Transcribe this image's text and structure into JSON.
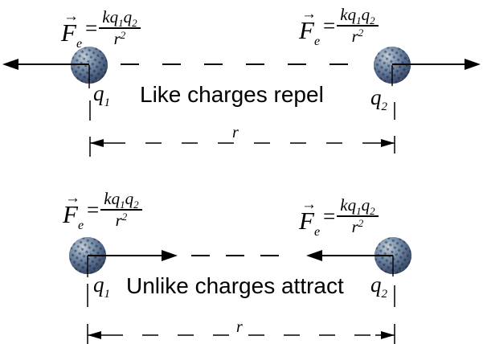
{
  "colors": {
    "line": "#000000",
    "text": "#000000",
    "background": "#ffffff",
    "sphere_highlight": "#c6d0dc",
    "sphere_light": "#8299b4",
    "sphere_base": "#4f6487",
    "sphere_rim": "#34435f",
    "sphere_shadow": "#232f45",
    "sphere_dimple": "#1a2434",
    "sphere_speck": "#8f7a58"
  },
  "formula": {
    "vector_arrow": "→",
    "force_base": "F",
    "force_sub": "e",
    "equals": "=",
    "num_k": "k",
    "num_q1_base": "q",
    "num_q1_sub": "1",
    "num_q2_base": "q",
    "num_q2_sub": "2",
    "den_base": "r",
    "den_sup": "2"
  },
  "top_section": {
    "caption": "Like charges repel",
    "q1_base": "q",
    "q1_sub": "1",
    "q2_base": "q",
    "q2_sub": "2",
    "distance_label": "r"
  },
  "bottom_section": {
    "caption": "Unlike charges attract",
    "q1_base": "q",
    "q1_sub": "1",
    "q2_base": "q",
    "q2_sub": "2",
    "distance_label": "r"
  }
}
